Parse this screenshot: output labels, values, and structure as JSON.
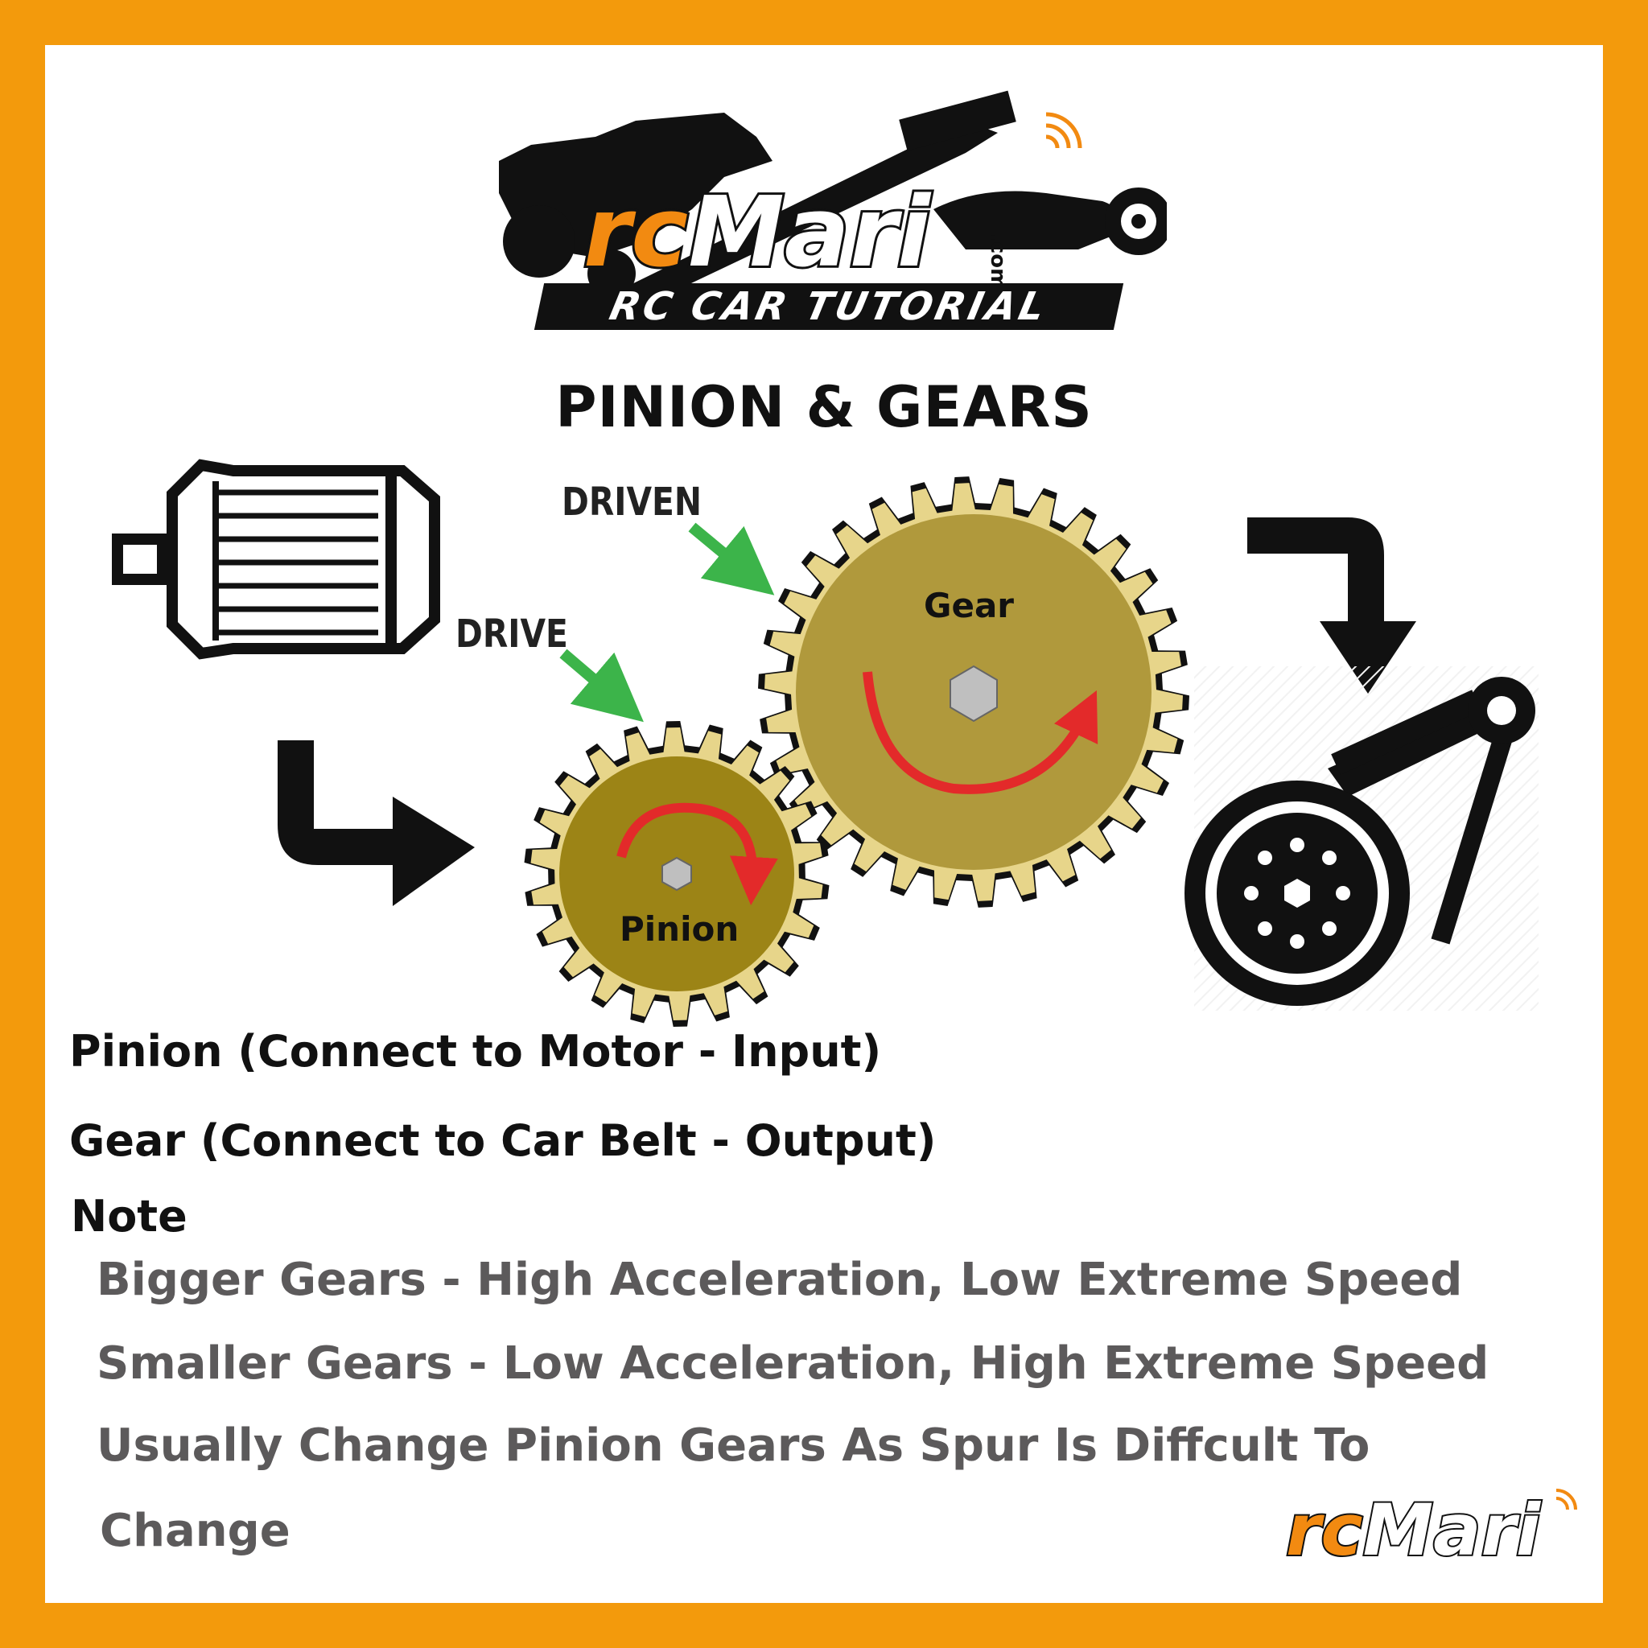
{
  "logo": {
    "brand_rc": "rc",
    "brand_mari": "Mari",
    "domain_suffix": ".com",
    "tagline": "RC CAR TUTORIAL"
  },
  "title": "PINION & GEARS",
  "diagram": {
    "driven_label": "DRIVEN",
    "drive_label": "DRIVE",
    "gear_label": "Gear",
    "pinion_label": "Pinion"
  },
  "descriptions": {
    "pinion": "Pinion (Connect to Motor - Input)",
    "gear": "Gear (Connect to Car Belt - Output)"
  },
  "note": {
    "heading": "Note",
    "lines": [
      "Bigger Gears - High Acceleration, Low Extreme Speed",
      "Smaller Gears - Low Acceleration, High Extreme Speed",
      "Usually Change Pinion Gears As Spur Is Diffcult To",
      "Change"
    ]
  },
  "colors": {
    "frame": "#f39a0c",
    "gear_fill": "#b0993c",
    "pinion_fill": "#9c8416",
    "arrow_green": "#3cb44a",
    "rotation_red": "#e32a2a",
    "note_text": "#5c5a5b"
  },
  "icons": [
    "motor-icon",
    "belt-pulley-icon",
    "rc-car-silhouette-icon",
    "signal-icon"
  ]
}
